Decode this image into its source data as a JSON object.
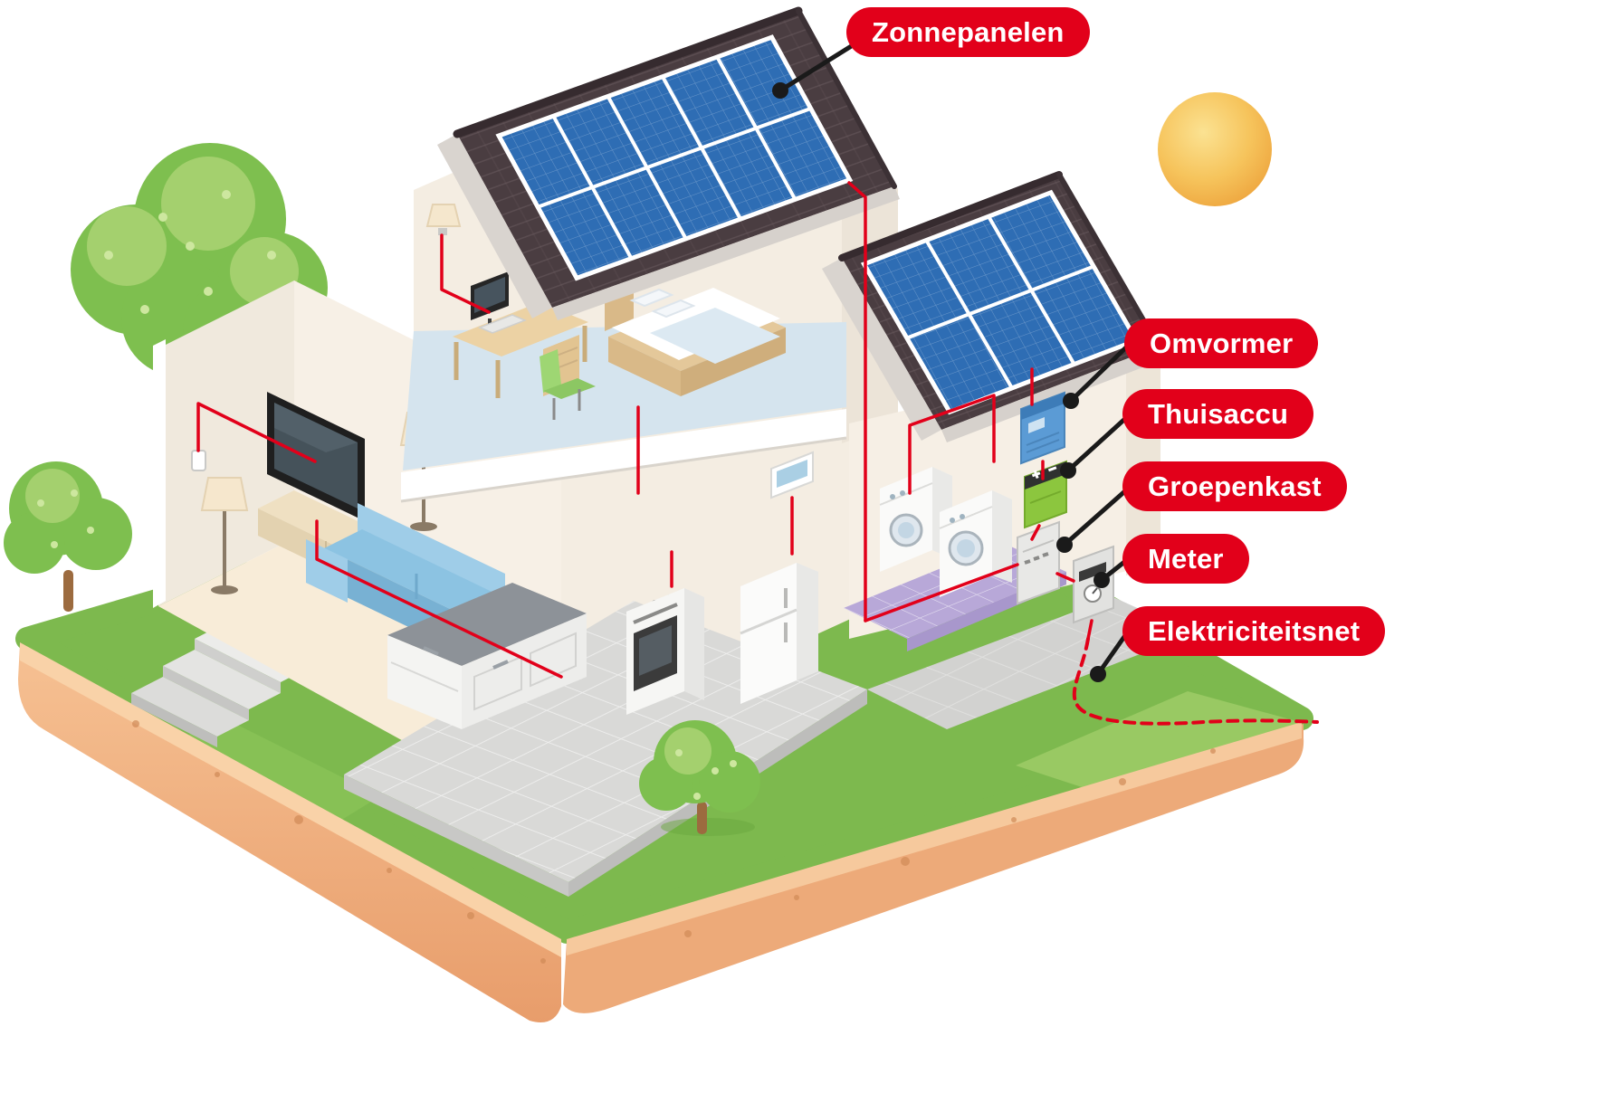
{
  "labels": {
    "zonnepanelen": "Zonnepanelen",
    "omvormer": "Omvormer",
    "thuisaccu": "Thuisaccu",
    "groepenkast": "Groepenkast",
    "meter": "Meter",
    "elektriciteitsnet": "Elektriciteitsnet"
  },
  "colors": {
    "label_background": "#e2001a",
    "label_text": "#ffffff",
    "wiring": "#e2001a",
    "roof": "#4a3d41",
    "solar_panel": "#2e6db4",
    "grass": "#7db94e",
    "soil": "#f0b183",
    "sun": "#f6c45c",
    "inverter": "#5b9bd5",
    "battery": "#8cc63e",
    "laundry_floor": "#b8a8d8",
    "connector_line": "#1a1a1a"
  }
}
